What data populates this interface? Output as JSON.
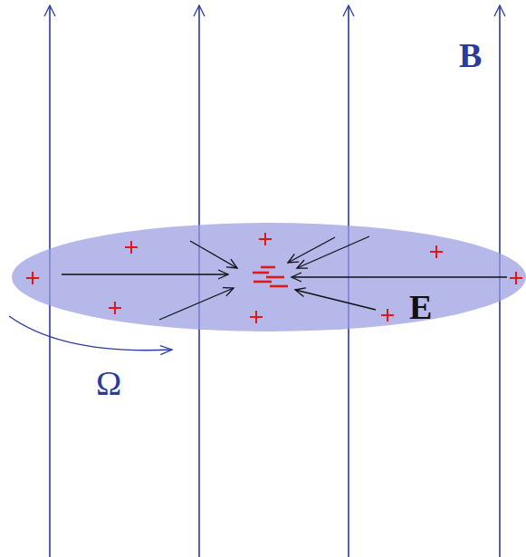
{
  "diagram": {
    "labels": [
      "B",
      "E",
      "Ω"
    ]
  }
}
